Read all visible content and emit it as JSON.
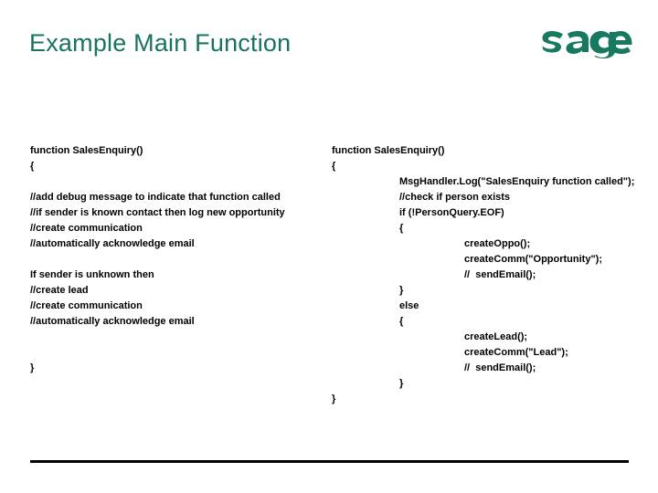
{
  "slide": {
    "title": "Example Main Function",
    "brand": {
      "logo_name": "sage",
      "logo_text": "sage",
      "logo_color": "#17795f"
    },
    "colors": {
      "title": "#1a7361",
      "body_text": "#000000",
      "rule": "#000000",
      "background": "#ffffff"
    }
  },
  "left_column": {
    "name": "pseudocode-block",
    "lines": [
      {
        "text": "function SalesEnquiry()",
        "indent": 0
      },
      {
        "text": "{",
        "indent": 0
      },
      {
        "text": "",
        "indent": 0
      },
      {
        "text": "//add debug message to indicate that function called",
        "indent": 0
      },
      {
        "text": "//if sender is known contact then log new opportunity",
        "indent": 0
      },
      {
        "text": "//create communication",
        "indent": 0
      },
      {
        "text": "//automatically acknowledge email",
        "indent": 0
      },
      {
        "text": "",
        "indent": 0
      },
      {
        "text": "If sender is unknown then",
        "indent": 0
      },
      {
        "text": "//create lead",
        "indent": 0
      },
      {
        "text": "//create communication",
        "indent": 0
      },
      {
        "text": "//automatically acknowledge email",
        "indent": 0
      },
      {
        "text": "",
        "indent": 0
      },
      {
        "text": "",
        "indent": 0
      },
      {
        "text": "}",
        "indent": 0
      }
    ]
  },
  "right_column": {
    "name": "code-block",
    "lines": [
      {
        "text": "function SalesEnquiry()",
        "indent": 0
      },
      {
        "text": "{",
        "indent": 0
      },
      {
        "text": "MsgHandler.Log(\"SalesEnquiry function called\");",
        "indent": 1,
        "hanging": true
      },
      {
        "text": "//check if person exists",
        "indent": 1
      },
      {
        "text": "if (!PersonQuery.EOF)",
        "indent": 1
      },
      {
        "text": "{",
        "indent": 1
      },
      {
        "text": "createOppo();",
        "indent": 2
      },
      {
        "text": "createComm(\"Opportunity\");",
        "indent": 2
      },
      {
        "text": "//  sendEmail();",
        "indent": 2
      },
      {
        "text": "}",
        "indent": 1
      },
      {
        "text": "else",
        "indent": 1
      },
      {
        "text": "{",
        "indent": 1
      },
      {
        "text": "createLead();",
        "indent": 2
      },
      {
        "text": "createComm(\"Lead\");",
        "indent": 2
      },
      {
        "text": "//  sendEmail();",
        "indent": 2
      },
      {
        "text": "}",
        "indent": 1
      },
      {
        "text": "}",
        "indent": 0
      }
    ]
  }
}
